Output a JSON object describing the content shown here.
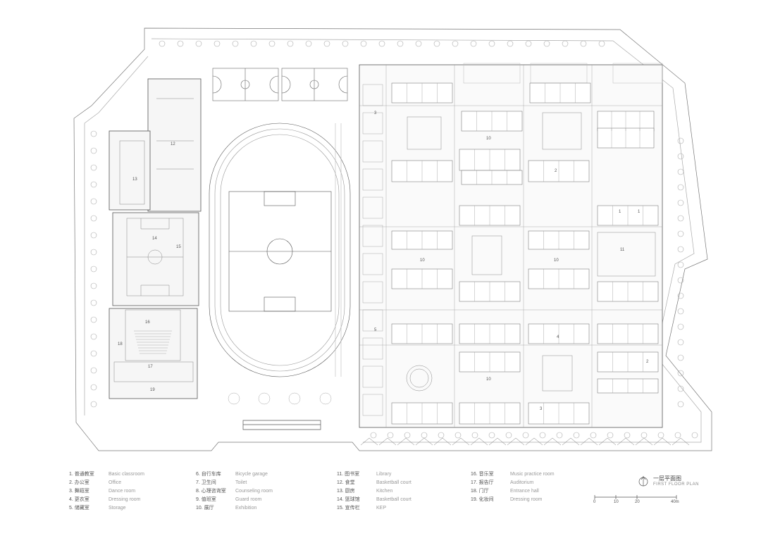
{
  "plan_title": {
    "cn": "一层平面图",
    "en": "FIRST FLOOR PLAN"
  },
  "scale_labels": [
    "0",
    "10",
    "20",
    "40m"
  ],
  "room_labels": {
    "r12": "12",
    "r13": "13",
    "r14": "14",
    "r15": "15",
    "r16": "16",
    "r17": "17",
    "r18": "18",
    "r19": "19",
    "r10a": "10",
    "r10b": "10",
    "r10c": "10",
    "r10d": "10",
    "r11": "11",
    "r1a": "1",
    "r1b": "1",
    "r2a": "2",
    "r2b": "2",
    "r3a": "3",
    "r3b": "3",
    "r4": "4",
    "r5": "5"
  },
  "legend": {
    "col1": [
      {
        "cn": "1. 普通教室",
        "en": "Basic classroom"
      },
      {
        "cn": "2. 办公室",
        "en": "Office"
      },
      {
        "cn": "3. 舞蹈室",
        "en": "Dance room"
      },
      {
        "cn": "4. 更衣室",
        "en": "Dressing room"
      },
      {
        "cn": "5. 储藏室",
        "en": "Storage"
      }
    ],
    "col2": [
      {
        "cn": "6. 自行车库",
        "en": "Bicycle garage"
      },
      {
        "cn": "7. 卫生间",
        "en": "Toilet"
      },
      {
        "cn": "8. 心理咨询室",
        "en": "Counseling room"
      },
      {
        "cn": "9. 值班室",
        "en": "Guard room"
      },
      {
        "cn": "10. 展厅",
        "en": "Exhibition"
      }
    ],
    "col3": [
      {
        "cn": "11. 图书室",
        "en": "Library"
      },
      {
        "cn": "12. 食堂",
        "en": "Basketball court"
      },
      {
        "cn": "13. 厨房",
        "en": "Kitchen"
      },
      {
        "cn": "14. 篮球馆",
        "en": "Basketball court"
      },
      {
        "cn": "15. 宣传栏",
        "en": "KEP"
      }
    ],
    "col4": [
      {
        "cn": "16. 音乐室",
        "en": "Music practice room"
      },
      {
        "cn": "17. 报告厅",
        "en": "Auditorium"
      },
      {
        "cn": "18. 门厅",
        "en": "Entrance hall"
      },
      {
        "cn": "19. 化妆间",
        "en": "Dressing room"
      }
    ]
  }
}
